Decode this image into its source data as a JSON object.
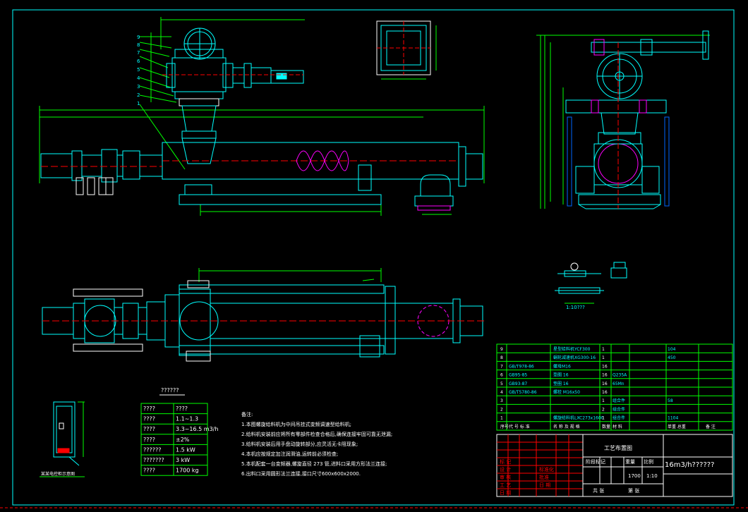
{
  "colors": {
    "background": "#000000",
    "outline": "#00ffff",
    "dimension": "#00ff00",
    "centerline": "#ff0000",
    "hidden": "#ff00ff",
    "text": "#ffffff",
    "titleblock_red": "#ff0000",
    "titleblock_white": "#ffffff"
  },
  "drawing": {
    "small_detail_caption": "1:10???",
    "parts_label": "??????"
  },
  "spec_table": {
    "title": "??????",
    "rows": [
      {
        "label": "????",
        "value": "????"
      },
      {
        "label": "????",
        "value": "1.1~1.3"
      },
      {
        "label": "????",
        "value": "3.3~16.5 m3/h"
      },
      {
        "label": "????",
        "value": "±2%"
      },
      {
        "label": "??????",
        "value": "1.5 kW"
      },
      {
        "label": "???????",
        "value": "3 kW"
      },
      {
        "label": "????",
        "value": "1700 kg"
      }
    ]
  },
  "notes": {
    "heading": "备注:",
    "lines": [
      "1.本图螺旋给料机为中间吊挂式变频调速型给料机;",
      "2.给料机安装前应将所有零部件检查合格后,确保连接牢固可靠无泄漏;",
      "3.给料机安装后用手盘动旋转部分,应灵活无卡阻现象;",
      "4.本机应按规定加注润滑油,运转前必须检查;",
      "5.本机配套一台变频器,螺旋直径 273 管,进料口采用方形法兰连接;",
      "6.出料口采用圆形法兰连接,接口尺寸600x600x2000."
    ]
  },
  "bom": {
    "rows": [
      {
        "no": "9",
        "code": "",
        "name": "星型给料机YCF300",
        "qty": "1",
        "mat": "",
        "weight": "104",
        "note": ""
      },
      {
        "no": "8",
        "code": "",
        "name": "蜗轮减速机XG300-16",
        "qty": "1",
        "mat": "",
        "weight": "450",
        "note": ""
      },
      {
        "no": "7",
        "code": "GB/T978-86",
        "name": "螺母M16",
        "qty": "16",
        "mat": "",
        "weight": "",
        "note": ""
      },
      {
        "no": "6",
        "code": "GB95-85",
        "name": "垫圈 16",
        "qty": "16",
        "mat": "Q235A",
        "weight": "",
        "note": ""
      },
      {
        "no": "5",
        "code": "GB93-87",
        "name": "垫圈 16",
        "qty": "16",
        "mat": "65Mn",
        "weight": "",
        "note": ""
      },
      {
        "no": "4",
        "code": "GB/T5780-86",
        "name": "螺栓 M16x50",
        "qty": "16",
        "mat": "",
        "weight": "",
        "note": ""
      },
      {
        "no": "3",
        "code": "",
        "name": "",
        "qty": "1",
        "mat": "组合件",
        "weight": "58",
        "note": ""
      },
      {
        "no": "2",
        "code": "",
        "name": "",
        "qty": "2",
        "mat": "组合件",
        "weight": "",
        "note": ""
      },
      {
        "no": "1",
        "code": "",
        "name": "螺旋给料机LXC273x1600",
        "qty": "1",
        "mat": "组合件",
        "weight": "1104",
        "note": ""
      }
    ],
    "header": {
      "no": "序号",
      "code": "代 号 标 准",
      "name": "名 称 及 规 格",
      "qty": "数量",
      "mat": "材 料",
      "weight": "单重 总重",
      "note": "备 注"
    }
  },
  "titleblock": {
    "project_title": "工艺布置图",
    "drawing_title": "16m3/h??????",
    "scale": "1:10",
    "weight": "1700",
    "rows_left": [
      "标 记",
      "设 计",
      "审 核",
      "工 艺",
      "日 期"
    ],
    "row_mid": [
      "标准化",
      "批准",
      "日 期"
    ],
    "stage_label": "阶段标记",
    "weight_label": "重量",
    "scale_label": "比例",
    "sheet_label": "共 张",
    "sheet_of": "第 张"
  },
  "small_box_label": "某某电控柜示意图"
}
